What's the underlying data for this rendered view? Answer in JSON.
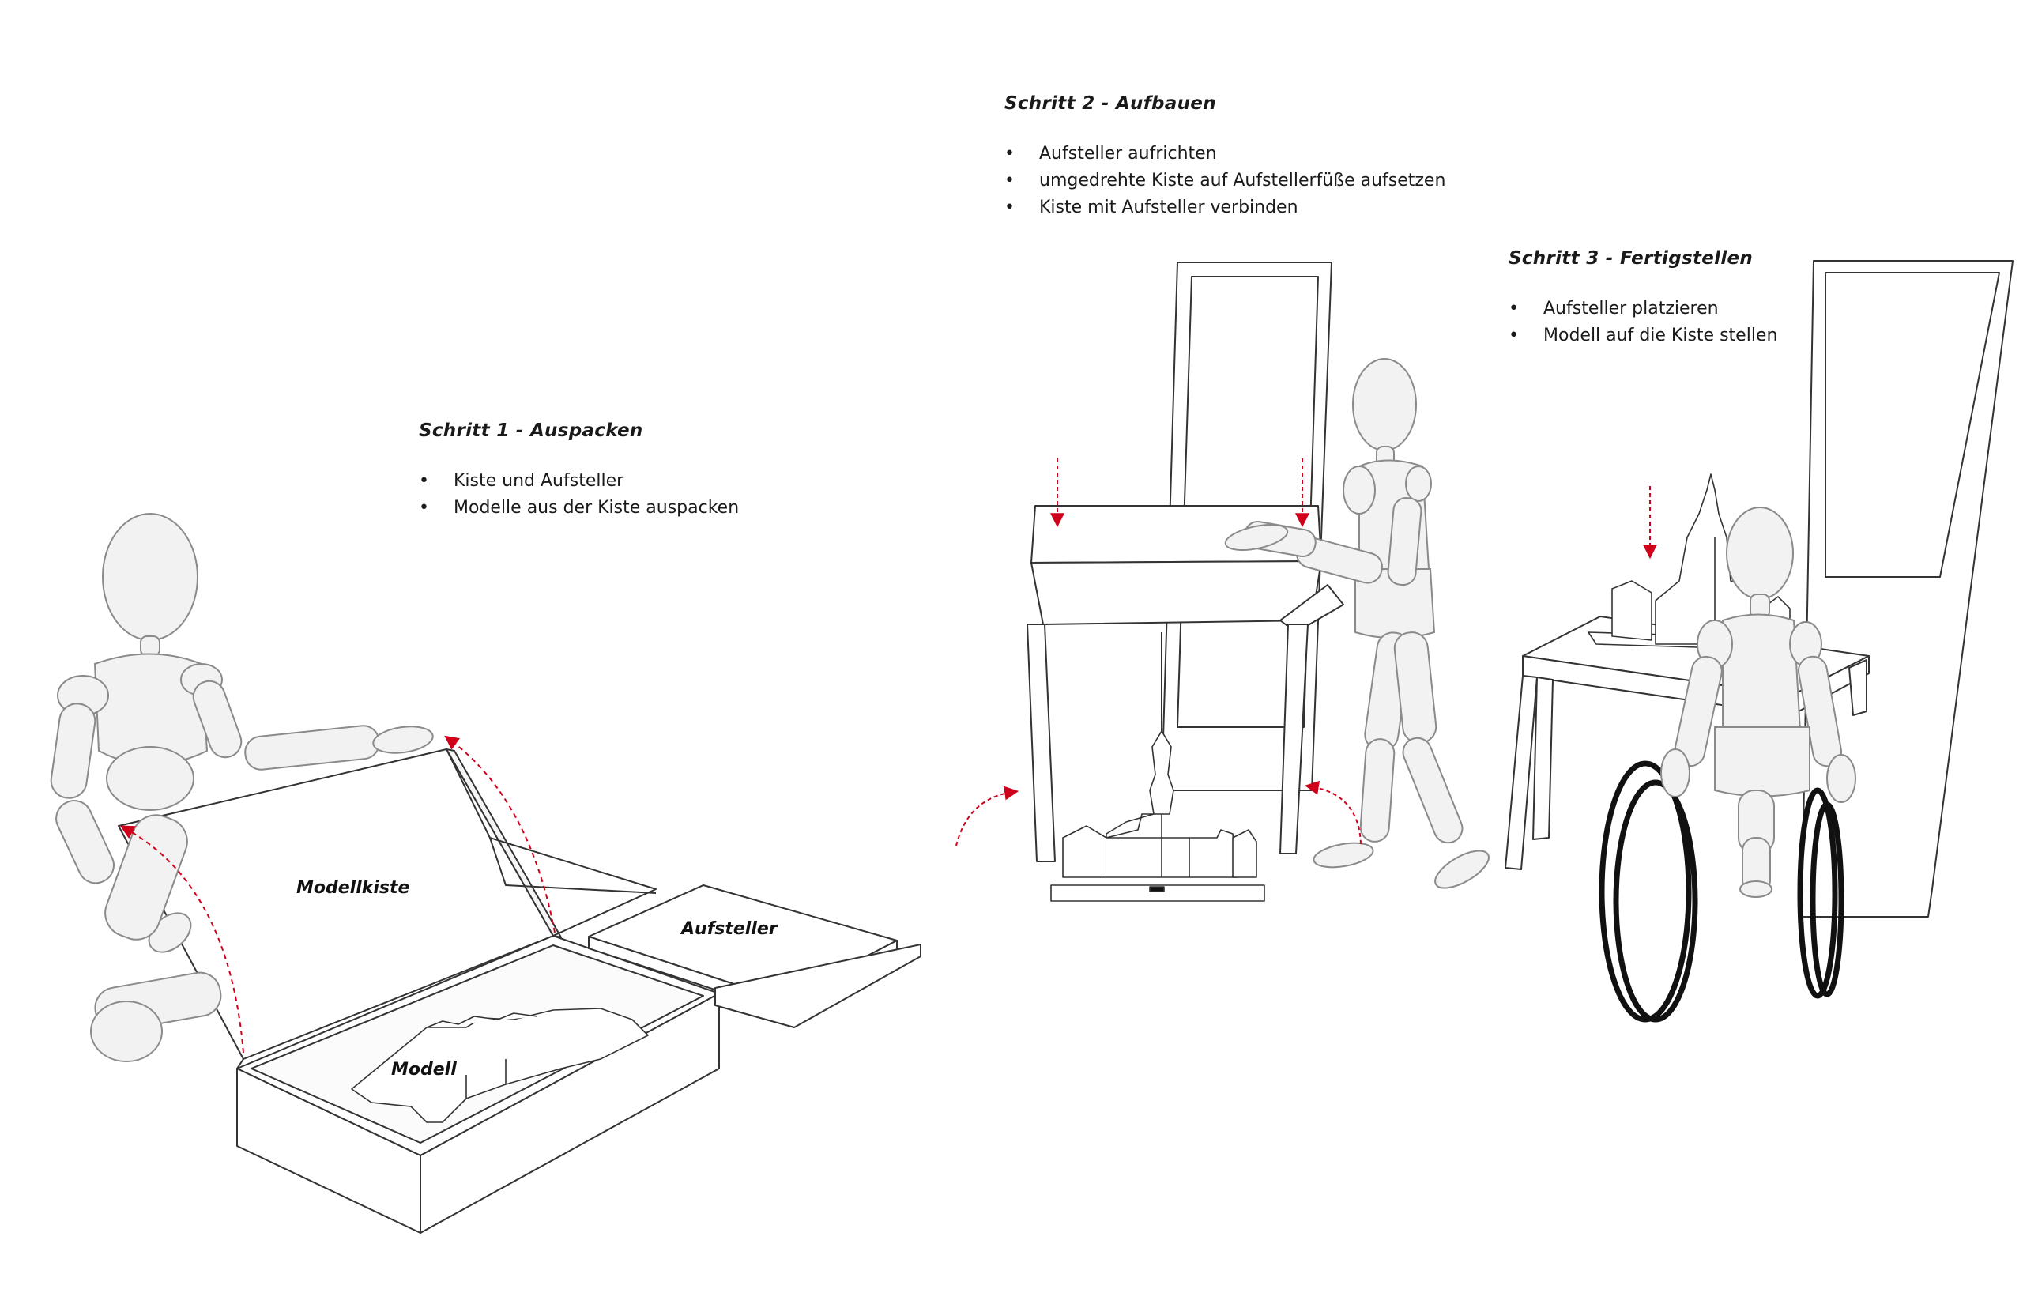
{
  "steps": [
    {
      "title": "Schritt 1 - Auspacken",
      "items": [
        "Kiste und Aufsteller",
        "Modelle aus der Kiste auspacken"
      ]
    },
    {
      "title": "Schritt 2 - Aufbauen",
      "items": [
        "Aufsteller aufrichten",
        "umgedrehte Kiste auf Aufstellerfüße aufsetzen",
        "Kiste mit Aufsteller verbinden"
      ]
    },
    {
      "title": "Schritt 3 - Fertigstellen",
      "items": [
        "Aufsteller platzieren",
        "Modell auf die Kiste stellen"
      ]
    }
  ],
  "bullet": "•",
  "labels": {
    "modellkiste": "Modellkiste",
    "aufsteller": "Aufsteller",
    "modell": "Modell"
  },
  "colors": {
    "arrow": "#d0021b",
    "line": "#333333",
    "figure_fill": "#f2f2f2",
    "figure_stroke": "#8a8a8a",
    "wheel": "#111111"
  }
}
